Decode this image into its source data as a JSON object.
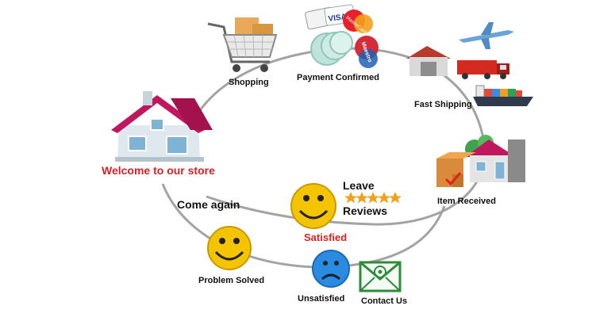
{
  "labels": {
    "welcome": "Welcome to our store",
    "shopping": "Shopping",
    "payment_confirmed": "Payment Confirmed",
    "fast_shipping": "Fast Shipping",
    "item_received": "Item Received",
    "leave": "Leave",
    "reviews": "Reviews",
    "satisfied": "Satisfied",
    "come_again": "Come again",
    "problem_solved": "Problem Solved",
    "unsatisfied": "Unsatisfied",
    "contact_us": "Contact Us"
  },
  "cards": {
    "visa": "VISA",
    "mastercard": "MasterCard",
    "maestro": "Maestro"
  },
  "review_stars": 5,
  "icons": {
    "house": "house-icon",
    "cart": "shopping-cart-icon",
    "cards": "payment-cards-icon",
    "coins": "coins-icon",
    "warehouse": "warehouse-icon",
    "plane": "airplane-icon",
    "truck": "truck-icon",
    "ship": "cargo-ship-icon",
    "received": "house-with-box-icon",
    "smile": "smiley-face-icon",
    "sad": "sad-face-icon",
    "mail": "email-icon"
  },
  "colors": {
    "welcome_text": "#d81f26",
    "satisfied_text": "#e0211d",
    "flow_line": "#9a9a9a",
    "roof": "#c0185f",
    "smiley": "#f5c400",
    "sad_face": "#2a8be0",
    "mail": "#2e8b3a"
  }
}
